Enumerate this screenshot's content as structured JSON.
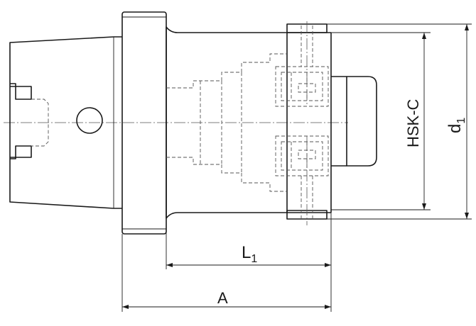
{
  "labels": {
    "l1_main": "L",
    "l1_sub": "1",
    "a": "A",
    "hsk": "HSK-C",
    "d1_main": "d",
    "d1_sub": "1"
  }
}
